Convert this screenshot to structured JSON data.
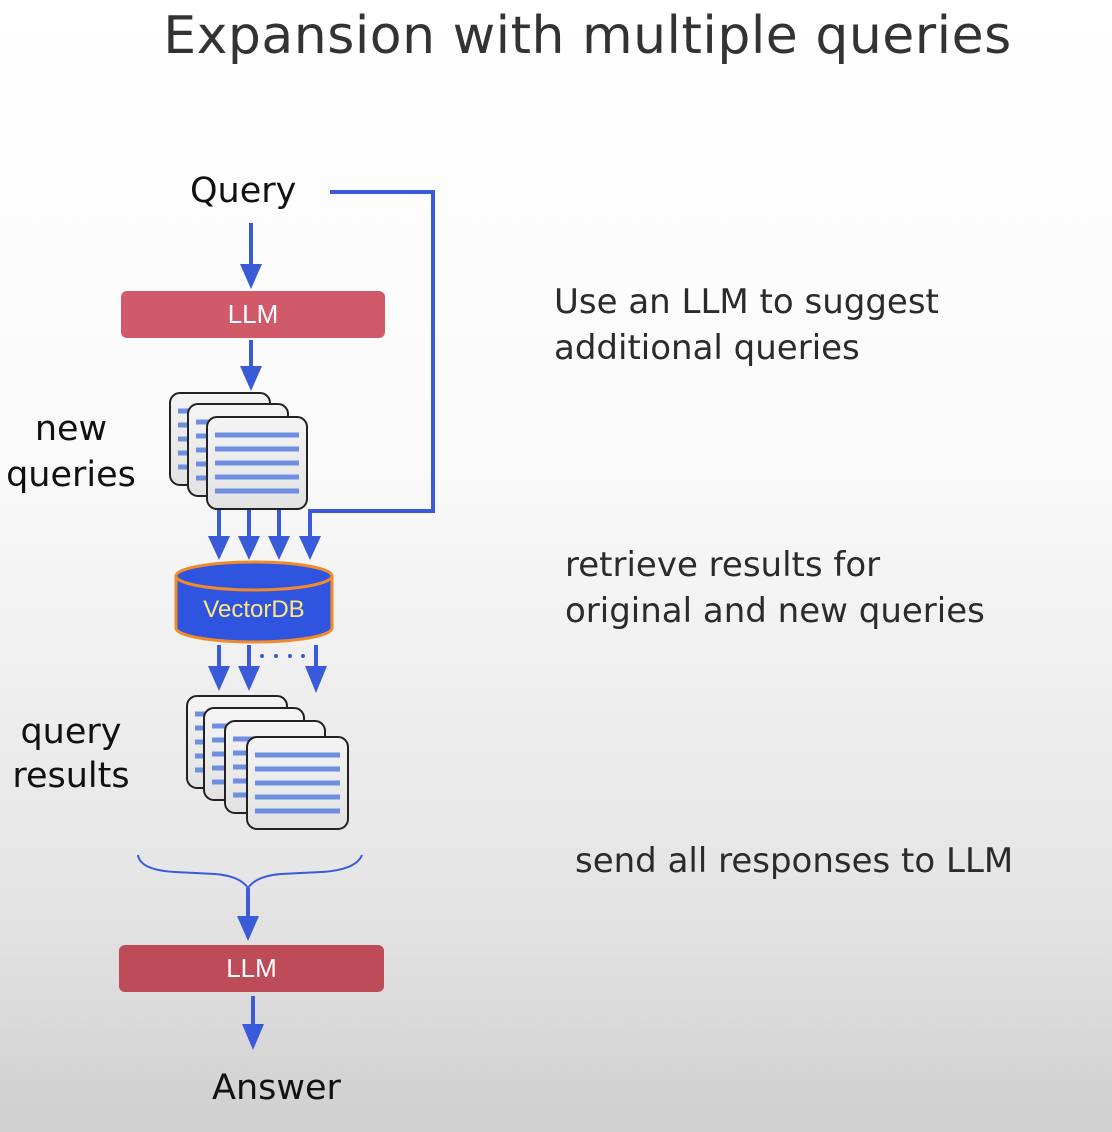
{
  "title": "Expansion with multiple queries",
  "diagram": {
    "query_label": "Query",
    "llm_top_label": "LLM",
    "new_queries_label": [
      "new",
      "queries"
    ],
    "vectordb_label": "VectorDB",
    "query_results_label": [
      "query",
      "results"
    ],
    "llm_bottom_label": "LLM",
    "answer_label": "Answer"
  },
  "steps": [
    {
      "lines": [
        "Use an LLM to suggest",
        "additional queries"
      ]
    },
    {
      "lines": [
        "retrieve results for",
        "original and new queries"
      ]
    },
    {
      "lines": [
        "send all responses to LLM"
      ]
    }
  ],
  "colors": {
    "arrow": "#3a5bd9",
    "llm_top": "#d05a6a",
    "llm_bottom": "#bd4b58",
    "vectordb_fill": "#2f55e0",
    "vectordb_border": "#f08a2a",
    "vectordb_text": "#ffe680"
  },
  "icons": [
    "document-stack-icon",
    "database-icon",
    "curly-brace-icon",
    "arrow-down-icon"
  ]
}
